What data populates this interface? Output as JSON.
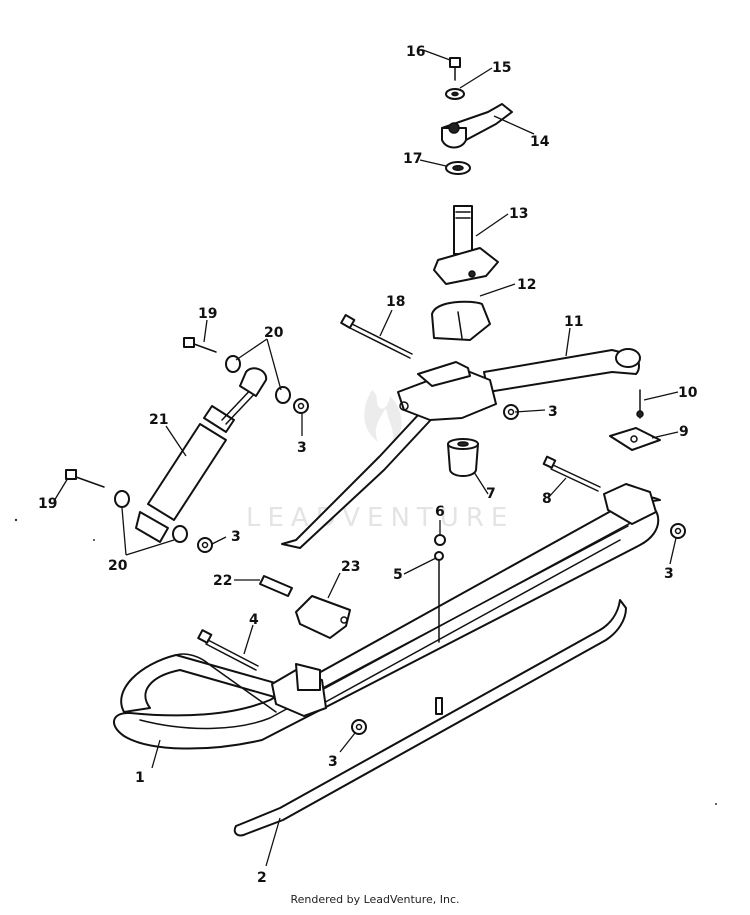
{
  "watermark": {
    "brand": "LEADVENTURE"
  },
  "footer": {
    "text": "Rendered by LeadVenture, Inc."
  },
  "callouts": [
    {
      "id": "1",
      "label": "1"
    },
    {
      "id": "2",
      "label": "2"
    },
    {
      "id": "3a",
      "label": "3"
    },
    {
      "id": "3b",
      "label": "3"
    },
    {
      "id": "3c",
      "label": "3"
    },
    {
      "id": "3d",
      "label": "3"
    },
    {
      "id": "3e",
      "label": "3"
    },
    {
      "id": "4",
      "label": "4"
    },
    {
      "id": "5",
      "label": "5"
    },
    {
      "id": "6",
      "label": "6"
    },
    {
      "id": "7",
      "label": "7"
    },
    {
      "id": "8",
      "label": "8"
    },
    {
      "id": "9",
      "label": "9"
    },
    {
      "id": "10",
      "label": "10"
    },
    {
      "id": "11",
      "label": "11"
    },
    {
      "id": "12",
      "label": "12"
    },
    {
      "id": "13",
      "label": "13"
    },
    {
      "id": "14",
      "label": "14"
    },
    {
      "id": "15",
      "label": "15"
    },
    {
      "id": "16",
      "label": "16"
    },
    {
      "id": "17",
      "label": "17"
    },
    {
      "id": "18",
      "label": "18"
    },
    {
      "id": "19a",
      "label": "19"
    },
    {
      "id": "19b",
      "label": "19"
    },
    {
      "id": "20a",
      "label": "20"
    },
    {
      "id": "20b",
      "label": "20"
    },
    {
      "id": "21",
      "label": "21"
    },
    {
      "id": "22",
      "label": "22"
    },
    {
      "id": "23",
      "label": "23"
    }
  ]
}
